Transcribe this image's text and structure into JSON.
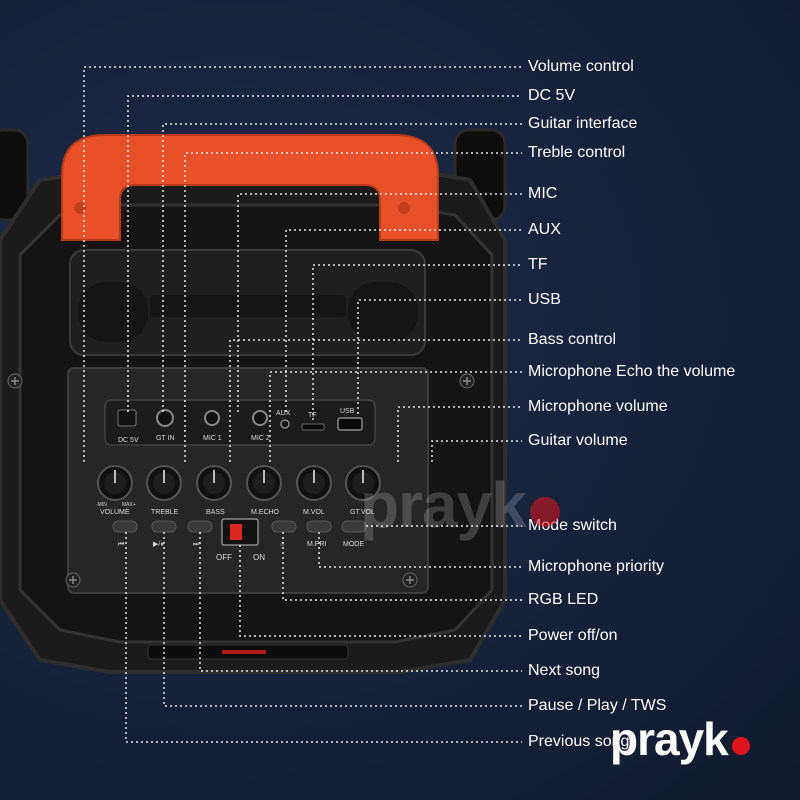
{
  "callouts": [
    "Volume control",
    "DC 5V",
    "Guitar interface",
    "Treble control",
    "MIC",
    "AUX",
    "TF",
    "USB",
    "Bass control",
    "Microphone Echo the volume",
    "Microphone volume",
    "Guitar volume",
    "Mode switch",
    "Microphone priority",
    "RGB LED",
    "Power off/on",
    "Next song",
    "Pause / Play / TWS",
    "Previous song"
  ],
  "panel": {
    "ports": [
      "DC 5V",
      "GT IN",
      "MIC 1",
      "MIC 2",
      "AUX",
      "TF",
      "USB"
    ],
    "knobs": [
      "VOLUME",
      "TREBLE",
      "BASS",
      "M.ECHO",
      "M.VOL",
      "GT.VOL"
    ],
    "knob_min": "-MIN",
    "knob_max": "MAX+",
    "buttons": [
      "⏮",
      "▶/⏸",
      "⏭",
      "☼",
      "M.PRI",
      "MODE"
    ],
    "switch_off": "OFF",
    "switch_on": "ON"
  },
  "brand": {
    "name": "prayk",
    "dot_color": "#e0141c"
  },
  "colors": {
    "background": "#16213a",
    "handle": "#e8502a",
    "body": "#1a1a1a",
    "leader_lines": "#e6e6e6"
  }
}
